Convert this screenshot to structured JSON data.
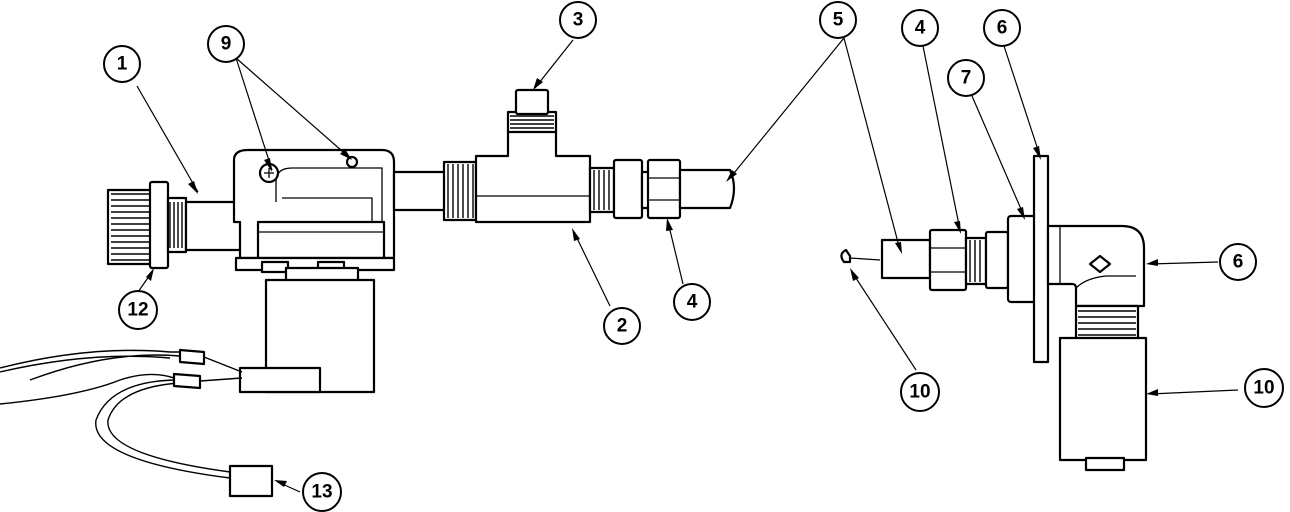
{
  "callouts": [
    {
      "id": "c1",
      "label": "1"
    },
    {
      "id": "c2",
      "label": "2"
    },
    {
      "id": "c3",
      "label": "3"
    },
    {
      "id": "c4a",
      "label": "4"
    },
    {
      "id": "c4b",
      "label": "4"
    },
    {
      "id": "c5",
      "label": "5"
    },
    {
      "id": "c6a",
      "label": "6"
    },
    {
      "id": "c6b",
      "label": "6"
    },
    {
      "id": "c7",
      "label": "7"
    },
    {
      "id": "c9",
      "label": "9"
    },
    {
      "id": "c10a",
      "label": "10"
    },
    {
      "id": "c10b",
      "label": "10"
    },
    {
      "id": "c12",
      "label": "12"
    },
    {
      "id": "c13",
      "label": "13"
    }
  ]
}
